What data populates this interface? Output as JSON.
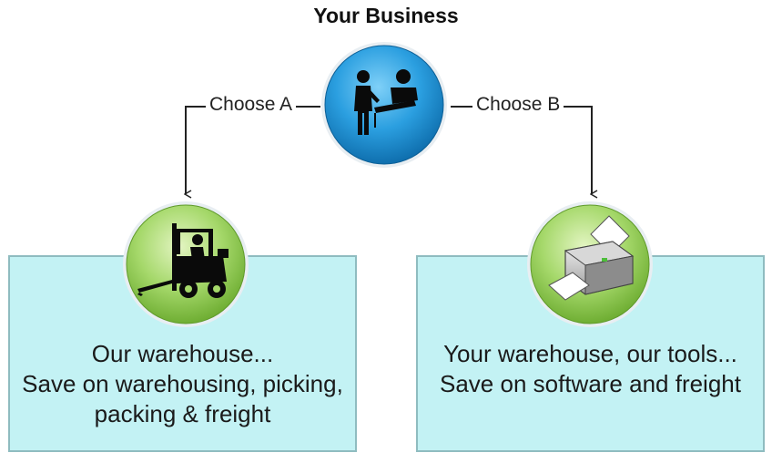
{
  "diagram": {
    "title": "Your Business",
    "choices": {
      "a_label": "Choose A",
      "b_label": "Choose B"
    },
    "options": [
      {
        "lines": [
          "Our warehouse...",
          "Save on warehousing, picking,",
          "packing & freight"
        ]
      },
      {
        "lines": [
          "Your warehouse, our tools...",
          "Save on software and freight"
        ]
      }
    ],
    "icons": {
      "top": "business-counter-icon",
      "left": "forklift-icon",
      "right": "printer-icon"
    }
  },
  "colors": {
    "box_fill": "#c3f2f4",
    "box_border": "#8fbcc0",
    "blue_circle": "#2b9fe0",
    "green_circle": "#a5d86a"
  }
}
